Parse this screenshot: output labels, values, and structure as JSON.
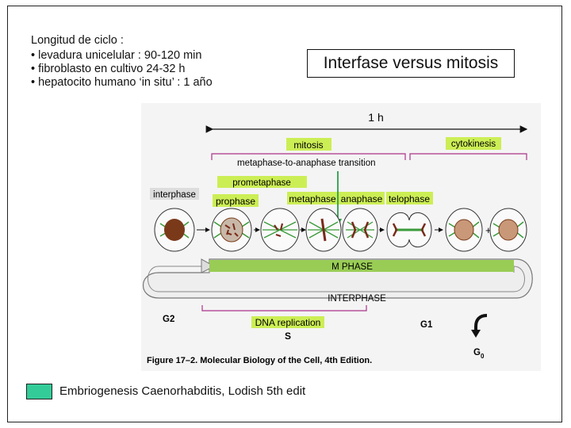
{
  "intro": {
    "heading": "Longitud de ciclo :",
    "lines": [
      "levadura unicelular : 90-120 min",
      "fibroblasto en cultivo 24-32 h",
      "hepatocito humano ‘in situ’ : 1 año"
    ]
  },
  "title": "Interfase versus mitosis",
  "figure": {
    "duration": "1 h",
    "mitosis": "mitosis",
    "cytokinesis": "cytokinesis",
    "transition": "metaphase-to-anaphase transition",
    "phases": {
      "interphase": "interphase",
      "prophase": "prophase",
      "prometaphase": "prometaphase",
      "metaphase": "metaphase",
      "anaphase": "anaphase",
      "telophase": "telophase"
    },
    "m_phase": "M  PHASE",
    "interphase_band": "INTERPHASE",
    "g2": "G2",
    "dna_replication": "DNA replication",
    "s": "S",
    "g1": "G1",
    "g0": "G",
    "g0_sub": "0",
    "caption": "Figure 17–2. Molecular Biology of the Cell, 4th Edition.",
    "colors": {
      "label_bg": "#ccee55",
      "m_phase_bar": "#99cc55",
      "bracket": "#aa3388",
      "arrow": "#2a9d4a"
    }
  },
  "legend": {
    "text": "Embriogenesis Caenorhabditis, Lodish 5th edit",
    "color": "#33cc99"
  }
}
